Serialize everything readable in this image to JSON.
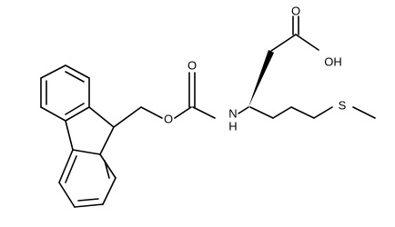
{
  "molecule": {
    "atoms": {
      "carbonyl_o": "O",
      "ester_o": "O",
      "nh": "N",
      "nh_h": "H",
      "acid_o": "O",
      "acid_oh": "OH",
      "sulfur": "S"
    },
    "colors": {
      "bond": "#000000",
      "background": "#ffffff"
    }
  }
}
